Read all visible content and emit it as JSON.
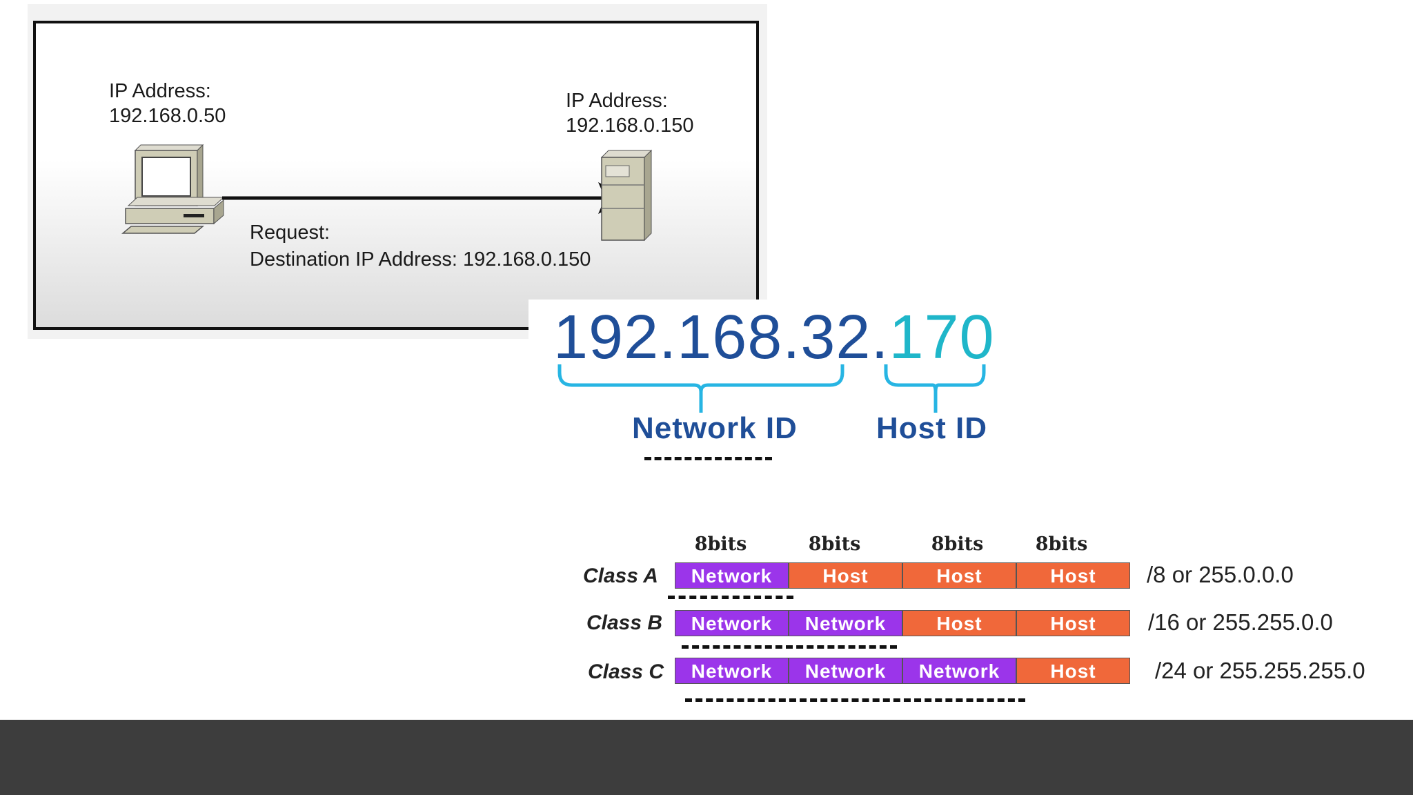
{
  "request_diagram": {
    "source_label": [
      "IP Address:",
      "192.168.0.50"
    ],
    "dest_label": [
      "IP Address:",
      "192.168.0.150"
    ],
    "request_text": [
      "Request:",
      "Destination IP Address: 192.168.0.150"
    ]
  },
  "ip_split": {
    "network_part": "192.168.32.",
    "host_part": "170",
    "network_label": "Network ID",
    "host_label": "Host ID"
  },
  "class_table": {
    "bits_headers": [
      "8bits",
      "8bits",
      "8bits",
      "8bits"
    ],
    "rows": [
      {
        "label": "Class A",
        "cells": [
          "Network",
          "Host",
          "Host",
          "Host"
        ],
        "mask": "/8 or 255.0.0.0"
      },
      {
        "label": "Class B",
        "cells": [
          "Network",
          "Network",
          "Host",
          "Host"
        ],
        "mask": "/16 or 255.255.0.0"
      },
      {
        "label": "Class C",
        "cells": [
          "Network",
          "Network",
          "Network",
          "Host"
        ],
        "mask": "/24 or 255.255.255.0"
      }
    ],
    "colors": {
      "network": "#9b35ea",
      "host": "#f0683a"
    }
  },
  "colors": {
    "ip_dark_blue": "#1f4e98",
    "ip_cyan": "#1fb6c9",
    "bottom_bar": "#3d3d3d"
  },
  "icons": {
    "computer": "desktop-computer-icon",
    "server": "server-tower-icon"
  }
}
